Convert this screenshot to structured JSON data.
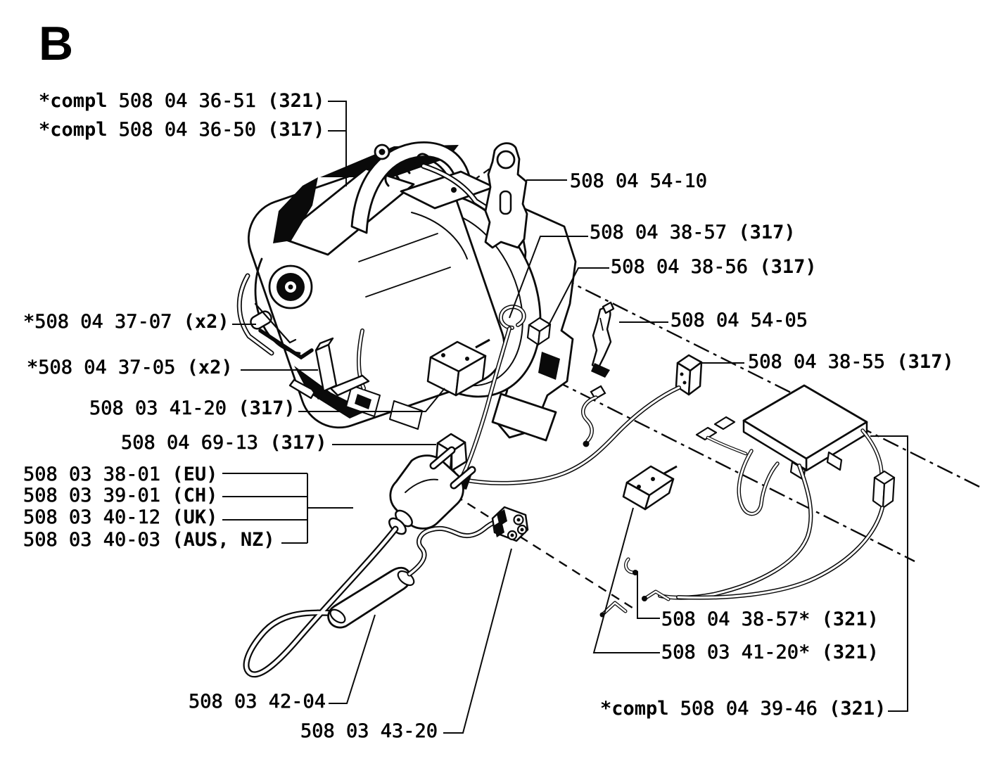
{
  "diagram": {
    "section_label": "B",
    "ink_color": "#0a0a0a",
    "background_color": "#ffffff",
    "labels": [
      {
        "id": "compl-508-04-36-51",
        "prefix": "*compl ",
        "number": "508 04 36-51",
        "suffix": " (321)"
      },
      {
        "id": "compl-508-04-36-50",
        "prefix": "*compl ",
        "number": "508 04 36-50",
        "suffix": " (317)"
      },
      {
        "id": "508-04-54-10",
        "number": "508 04 54-10"
      },
      {
        "id": "508-04-38-57",
        "number": "508 04 38-57",
        "suffix": " (317)"
      },
      {
        "id": "508-04-38-56",
        "number": "508 04 38-56",
        "suffix": " (317)"
      },
      {
        "id": "508-04-54-05",
        "number": "508 04 54-05"
      },
      {
        "id": "508-04-38-55",
        "number": "508 04 38-55",
        "suffix": " (317)"
      },
      {
        "id": "508-04-37-07",
        "prefix": "*",
        "number": "508 04 37-07",
        "suffix": " (x2)"
      },
      {
        "id": "508-04-37-05",
        "prefix": "*",
        "number": "508 04 37-05",
        "suffix": " (x2)"
      },
      {
        "id": "508-03-41-20",
        "number": "508 03 41-20",
        "suffix": " (317)"
      },
      {
        "id": "508-04-69-13",
        "number": "508 04 69-13",
        "suffix": " (317)"
      },
      {
        "id": "508-03-38-01",
        "number": "508 03 38-01",
        "suffix": " (EU)"
      },
      {
        "id": "508-03-39-01",
        "number": "508 03 39-01",
        "suffix": " (CH)"
      },
      {
        "id": "508-03-40-12",
        "number": "508 03 40-12",
        "suffix": " (UK)"
      },
      {
        "id": "508-03-40-03",
        "number": "508 03 40-03",
        "suffix": " (AUS, NZ)"
      },
      {
        "id": "508-04-38-57-321",
        "number": "508 04 38-57*",
        "suffix": " (321)"
      },
      {
        "id": "508-03-41-20-321",
        "number": "508 03 41-20*",
        "suffix": " (321)"
      },
      {
        "id": "compl-508-04-39-46",
        "prefix": "*compl ",
        "number": "508 04 39-46",
        "suffix": " (321)"
      },
      {
        "id": "508-03-42-04",
        "number": "508 03 42-04"
      },
      {
        "id": "508-03-43-20",
        "number": "508 03 43-20"
      }
    ]
  }
}
